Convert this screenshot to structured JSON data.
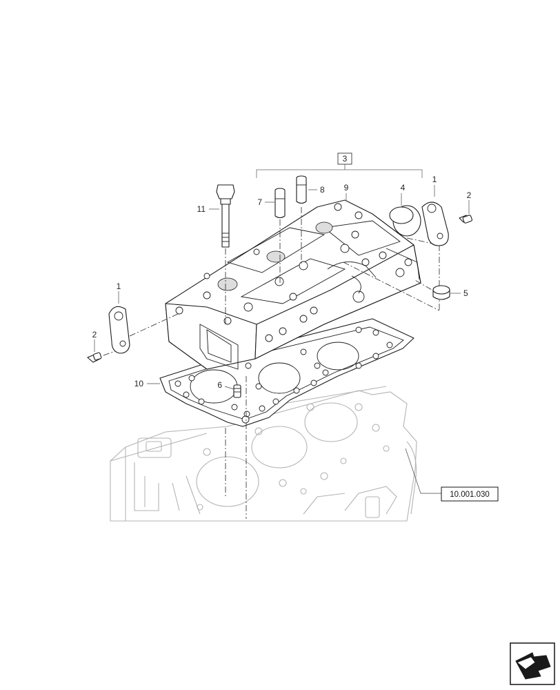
{
  "callouts": {
    "c1a": "1",
    "c1b": "1",
    "c2a": "2",
    "c2b": "2",
    "c3": "3",
    "c4": "4",
    "c5": "5",
    "c6": "6",
    "c7": "7",
    "c8": "8",
    "c9": "9",
    "c10": "10",
    "c11": "11"
  },
  "reference": "10.001.030",
  "nav_icon": "next-page-arrow-icon",
  "colors": {
    "line": "#1a1a1a",
    "ghost": "#b3b3b3",
    "background": "#ffffff"
  }
}
